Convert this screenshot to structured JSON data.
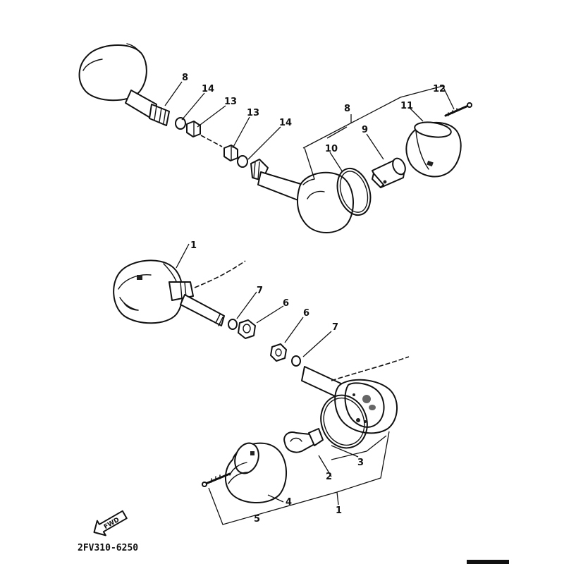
{
  "diagram": {
    "callouts": {
      "top_housing_8": "8",
      "top_nut_14_left": "14",
      "top_nut_13_left": "13",
      "top_nut_13_right": "13",
      "top_nut_14_right": "14",
      "top_bracket_8": "8",
      "top_socket_9": "9",
      "top_gasket_10": "10",
      "top_lens_11": "11",
      "top_screw_12": "12",
      "mid_assembly_1": "1",
      "mid_washer_7_left": "7",
      "mid_nut_6_left": "6",
      "mid_nut_6_right": "6",
      "mid_washer_7_right": "7",
      "low_bulb_2": "2",
      "low_gasket_3": "3",
      "low_lens_4": "4",
      "low_lens_assy_5": "5",
      "low_assembly_1": "1"
    },
    "fwd_label": "FWD",
    "part_code": "2FV310-6250"
  }
}
